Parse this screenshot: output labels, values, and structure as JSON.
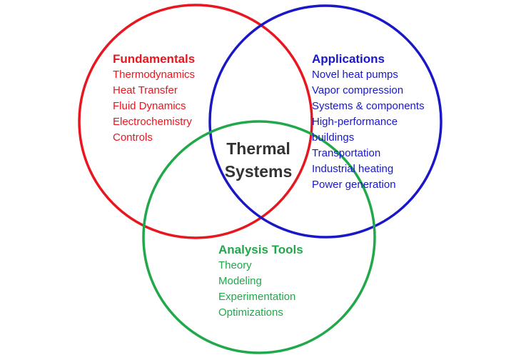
{
  "colors": {
    "fundamentals": "#e8161f",
    "applications": "#1a17c8",
    "analysis_tools": "#21a84a",
    "center": "#333333"
  },
  "center": {
    "line1": "Thermal",
    "line2": "Systems"
  },
  "fundamentals": {
    "title": "Fundamentals",
    "items": [
      "Thermodynamics",
      "Heat Transfer",
      "Fluid Dynamics",
      "Electrochemistry",
      "Controls"
    ]
  },
  "applications": {
    "title": "Applications",
    "items": [
      "Novel heat pumps",
      "Vapor compression",
      "Systems & components",
      "High-performance",
      "buildings",
      "Transportation",
      "Industrial heating",
      "Power generation"
    ]
  },
  "analysis_tools": {
    "title": "Analysis Tools",
    "items": [
      "Theory",
      "Modeling",
      "Experimentation",
      "Optimizations"
    ]
  }
}
